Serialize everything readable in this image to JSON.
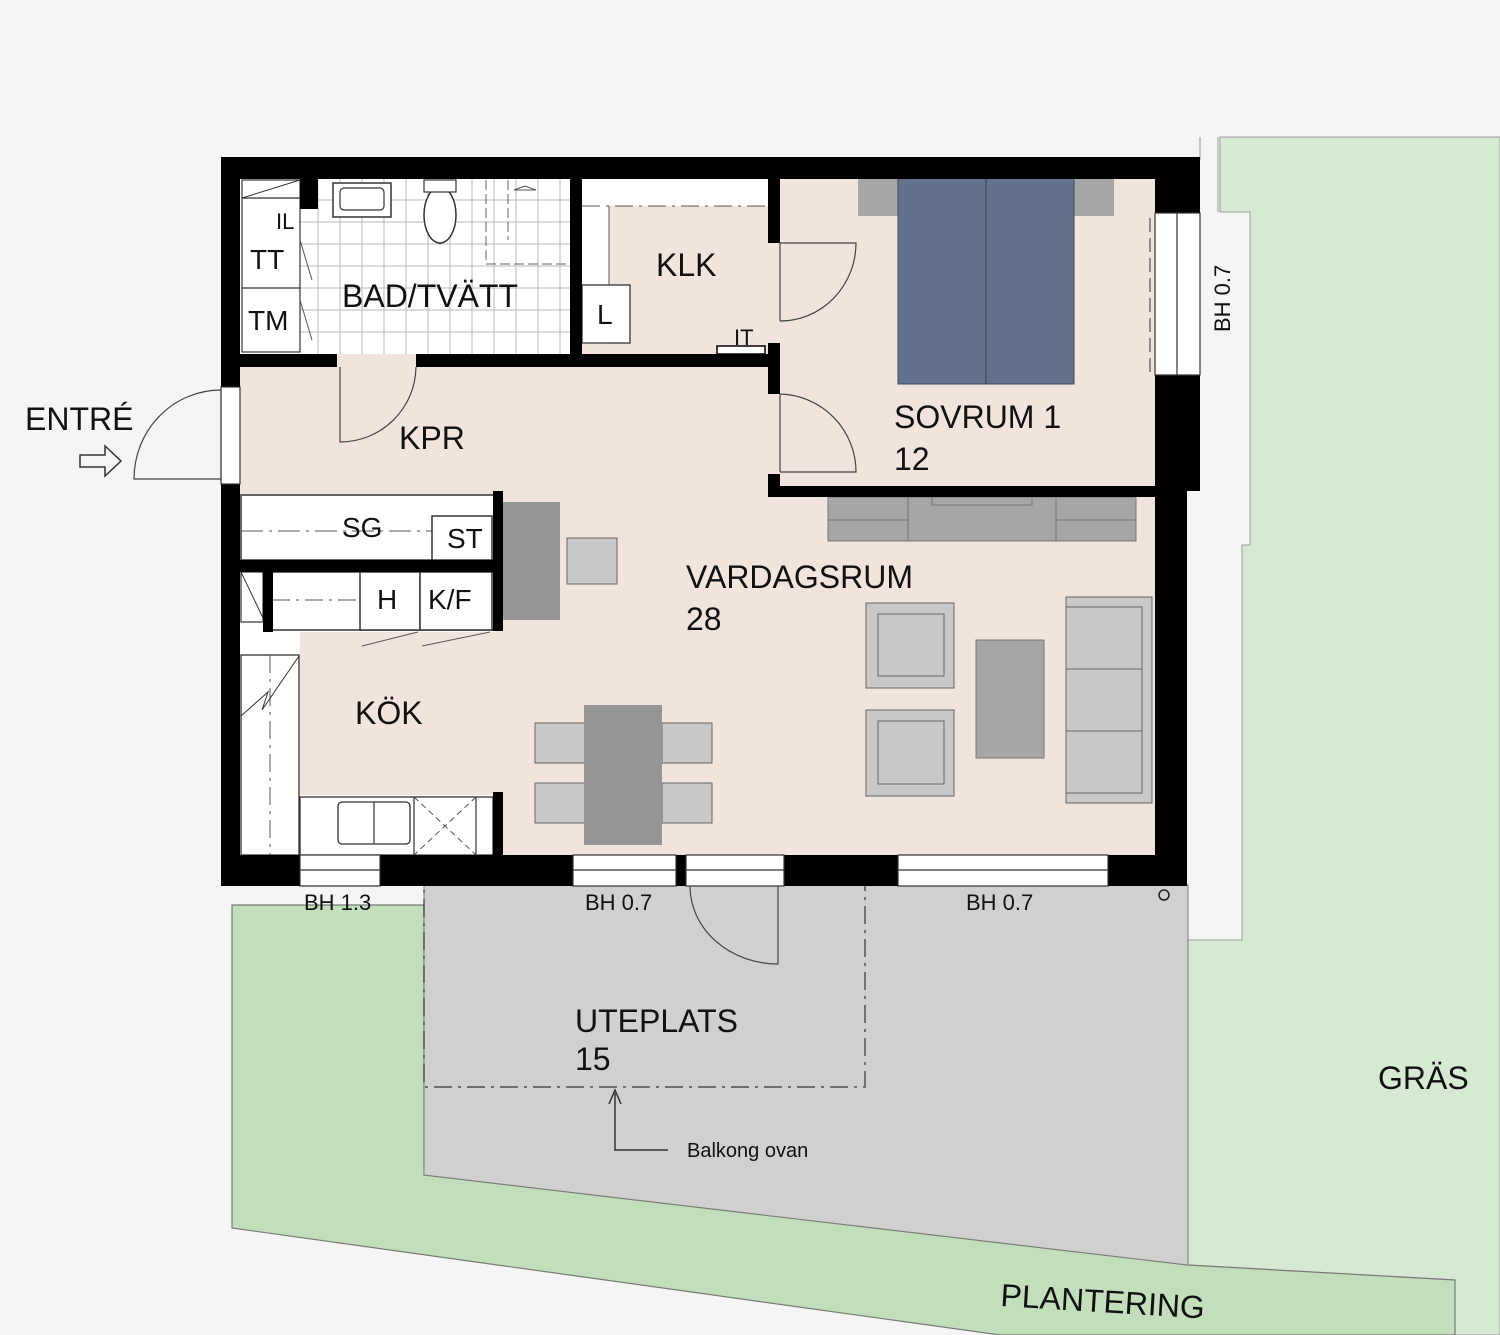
{
  "rooms": {
    "bad": "BAD/TVÄTT",
    "klk": "KLK",
    "sovrum_name": "SOVRUM 1",
    "sovrum_area": "12",
    "kpr": "KPR",
    "vardagsrum_name": "VARDAGSRUM",
    "vardagsrum_area": "28",
    "kok": "KÖK",
    "uteplats_name": "UTEPLATS",
    "uteplats_area": "15"
  },
  "fixtures": {
    "il": "IL",
    "tt": "TT",
    "tm": "TM",
    "l": "L",
    "it": "IT",
    "sg": "SG",
    "st": "ST",
    "h": "H",
    "kf": "K/F"
  },
  "annotations": {
    "entre": "ENTRÉ",
    "bh_bottom_left": "BH 1.3",
    "bh_bottom_mid": "BH 0.7",
    "bh_bottom_right": "BH 0.7",
    "bh_right": "BH 0.7",
    "balkong": "Balkong ovan",
    "gras": "GRÄS",
    "plantering": "PLANTERING"
  },
  "colors": {
    "background": "#f5f5f5",
    "grass": "#d6e9d2",
    "planting": "#c2deba",
    "patio": "#d0d0d0",
    "floor": "#f0e4dd",
    "bed": "#63718a",
    "furniture": "#a6a6a6",
    "furniture_light": "#c8c8c8",
    "wall": "#000000"
  }
}
